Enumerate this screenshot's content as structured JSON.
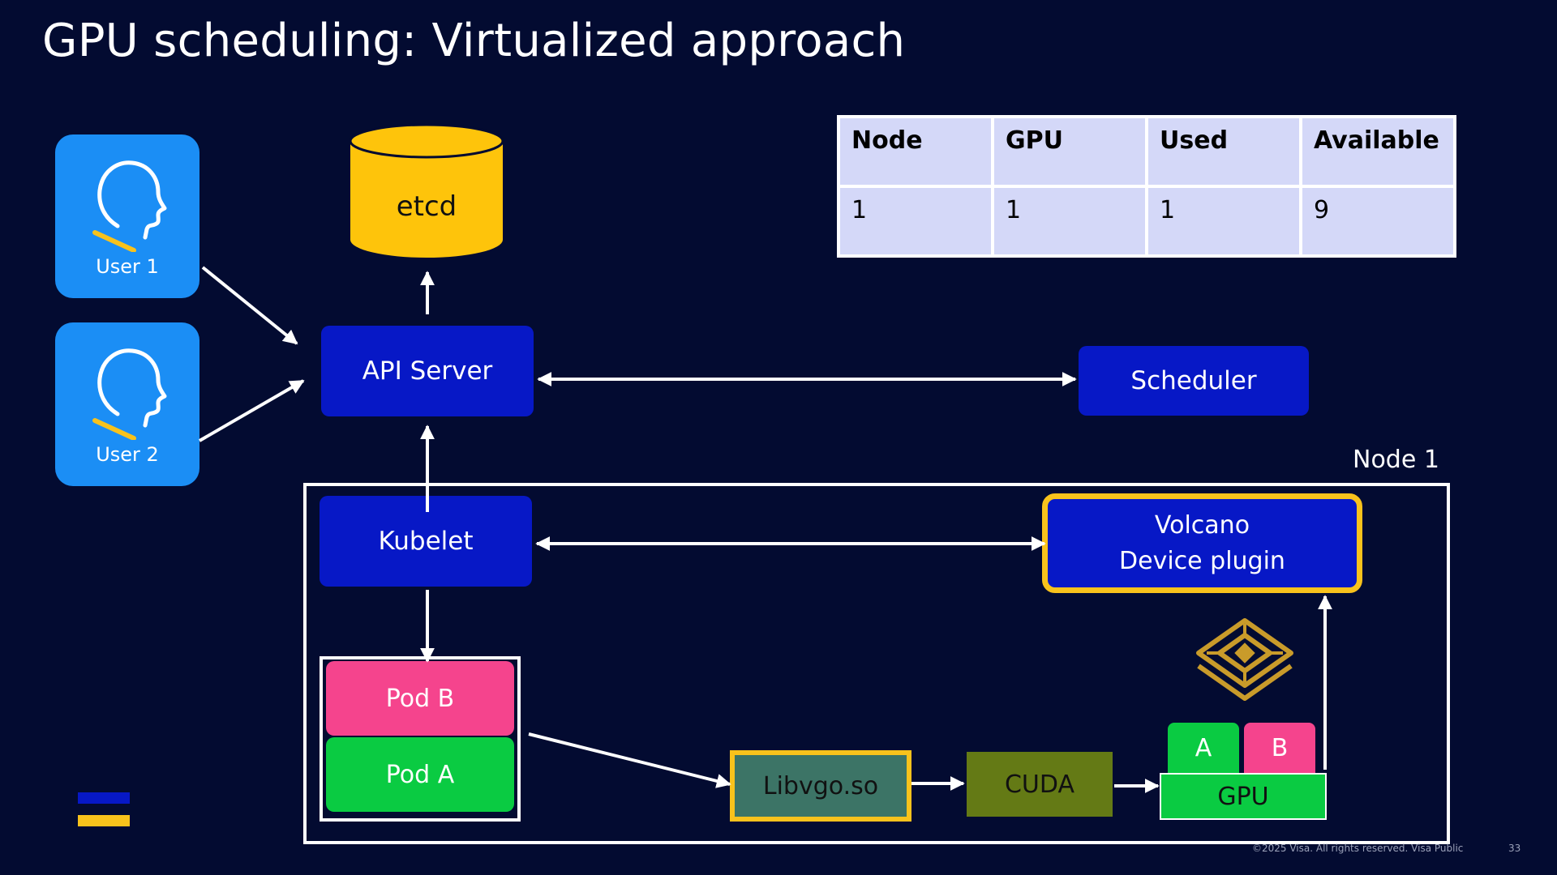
{
  "slide": {
    "title": "GPU scheduling:  Virtualized approach",
    "page_number": "33",
    "footer": "©2025 Visa.   All rights reserved.  Visa  Public"
  },
  "users": [
    {
      "label": "User 1",
      "icon": "person-head-icon"
    },
    {
      "label": "User 2",
      "icon": "person-head-icon"
    }
  ],
  "components": {
    "etcd": "etcd",
    "api_server": "API Server",
    "scheduler": "Scheduler",
    "kubelet": "Kubelet",
    "volcano_line1": "Volcano",
    "volcano_line2": "Device plugin",
    "node_label": "Node 1",
    "pod_b": "Pod B",
    "pod_a": "Pod A",
    "libvgo": "Libvgo.so",
    "cuda": "CUDA",
    "gpu": "GPU",
    "gpu_slice_a": "A",
    "gpu_slice_b": "B"
  },
  "gpu_table": {
    "headers": [
      "Node",
      "GPU",
      "Used",
      "Available"
    ],
    "rows": [
      [
        "1",
        "1",
        "1",
        "9"
      ]
    ]
  },
  "colors": {
    "background": "#030b31",
    "component_blue": "#0718c6",
    "user_blue": "#1b8ef5",
    "etcd_yellow": "#fec40b",
    "highlight_yellow": "#f8c21c",
    "pod_pink": "#f5448d",
    "pod_green": "#0acb42",
    "libvgo_teal": "#3c7466",
    "cuda_olive": "#647a15",
    "table_lavender": "#d4d8f8",
    "chip_gold": "#c99b2a"
  }
}
